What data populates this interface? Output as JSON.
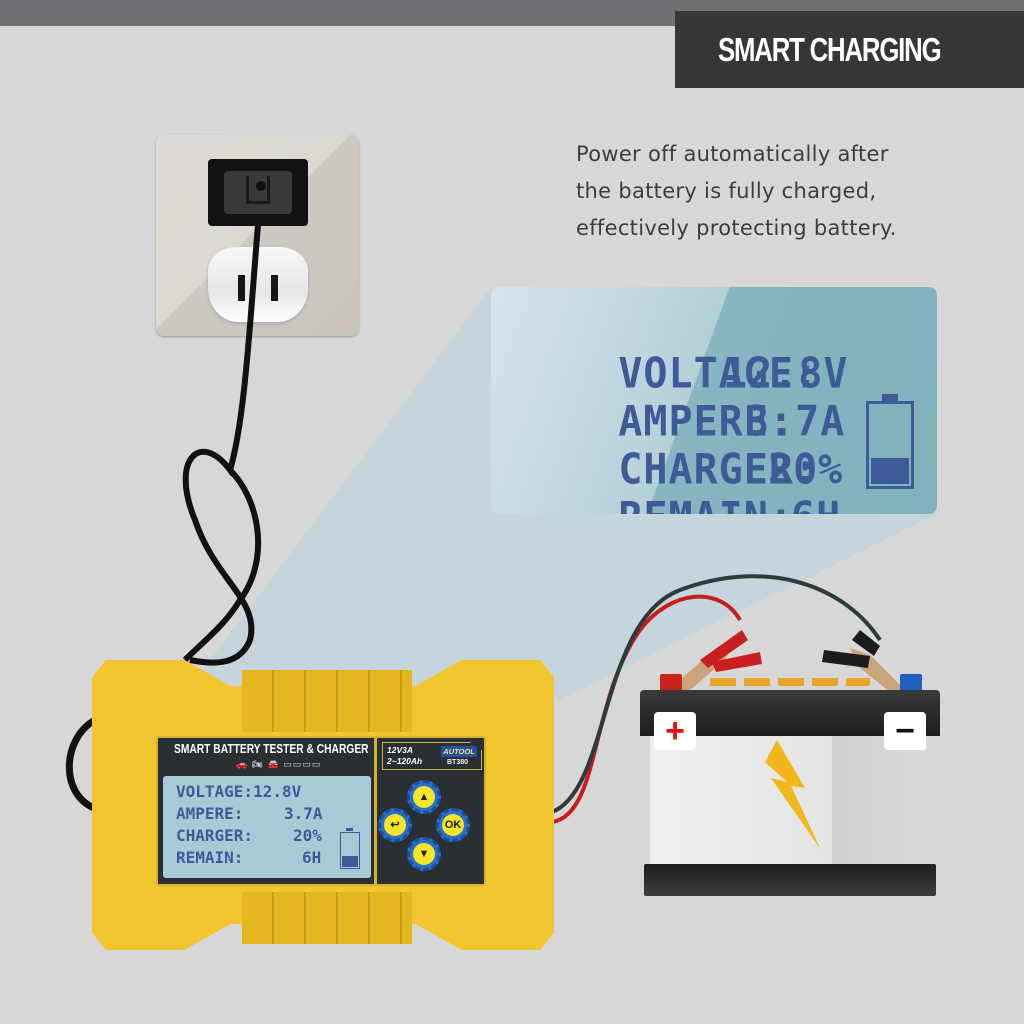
{
  "header": {
    "title": "SMART CHARGING"
  },
  "description": {
    "lines": [
      "Power off automatically after",
      "the battery is fully charged,",
      "effectively protecting battery."
    ]
  },
  "display": {
    "rows": [
      {
        "label": "VOLTAGE:",
        "value": "12.8V"
      },
      {
        "label": "AMPERE:",
        "value": "3.7A"
      },
      {
        "label": "CHARGER:",
        "value": "20%"
      },
      {
        "label": "REMAIN:",
        "value": "6H"
      }
    ],
    "battery_level_percent": 20,
    "text_color": "#3e5b98"
  },
  "device": {
    "panel_title": "SMART BATTERY TESTER & CHARGER",
    "vehicle_icons": "car  motorcycle  sedan  battery battery battery battery",
    "spec_line1": "12V3A",
    "spec_line2": "2~120Ah",
    "brand": "AUTOOL",
    "model": "BT380",
    "buttons": {
      "up": "▲",
      "back": "↩",
      "ok": "OK",
      "down": "▼"
    },
    "body_color": "#f1c52e"
  },
  "battery": {
    "positive_sign": "+",
    "negative_sign": "−",
    "bolt": "⚡"
  }
}
